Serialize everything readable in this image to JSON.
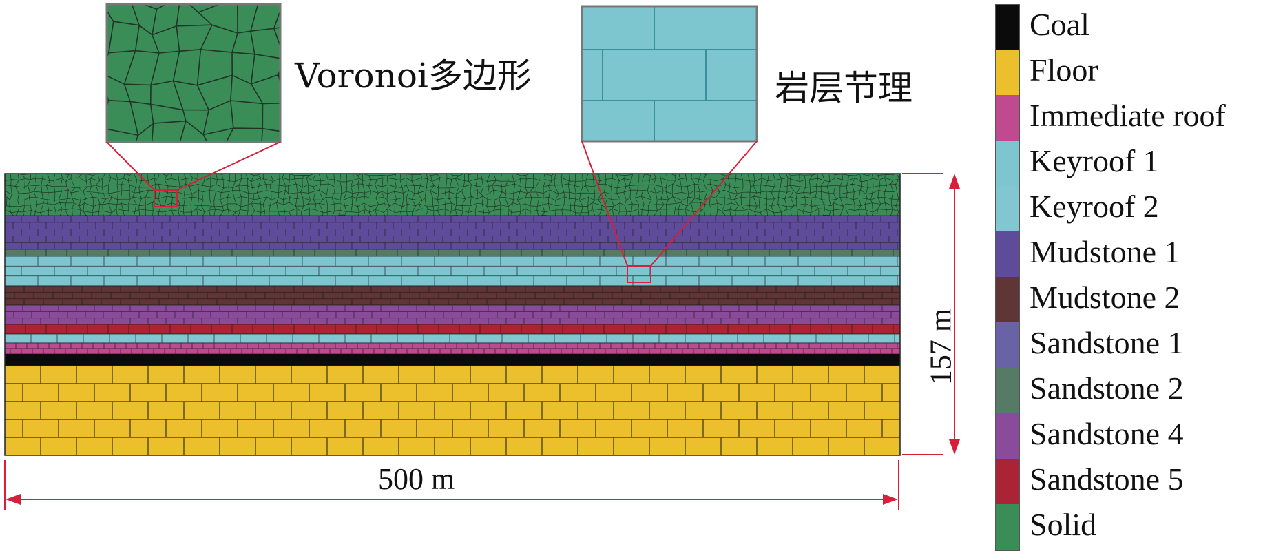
{
  "insets": {
    "voronoi_label": "Voronoi多边形",
    "joint_label": "岩层节理"
  },
  "dimensions": {
    "width_label": "500 m",
    "height_label": "157 m"
  },
  "legend": [
    {
      "label": "Coal",
      "color": "#0b0b0b"
    },
    {
      "label": "Floor",
      "color": "#ecbf2c"
    },
    {
      "label": "Immediate roof",
      "color": "#c04a90"
    },
    {
      "label": "Keyroof 1",
      "color": "#7dc6d0"
    },
    {
      "label": "Keyroof 2",
      "color": "#82c6d2"
    },
    {
      "label": "Mudstone 1",
      "color": "#5e4b99"
    },
    {
      "label": "Mudstone 2",
      "color": "#5f3535"
    },
    {
      "label": "Sandstone 1",
      "color": "#6a62a6"
    },
    {
      "label": "Sandstone 2",
      "color": "#567a66"
    },
    {
      "label": "Sandstone 4",
      "color": "#8a4b9b"
    },
    {
      "label": "Sandstone 5",
      "color": "#ab2436"
    },
    {
      "label": "Solid",
      "color": "#3b8d57"
    }
  ],
  "strata": [
    {
      "material": "Solid",
      "pattern": "voronoi"
    },
    {
      "material": "Mudstone 1",
      "pattern": "blocks"
    },
    {
      "material": "Sandstone 2",
      "pattern": "blocks"
    },
    {
      "material": "Keyroof 1",
      "pattern": "blocks"
    },
    {
      "material": "Mudstone 2",
      "pattern": "blocks"
    },
    {
      "material": "Sandstone 4",
      "pattern": "blocks"
    },
    {
      "material": "Sandstone 5",
      "pattern": "blocks"
    },
    {
      "material": "Keyroof 2",
      "pattern": "blocks"
    },
    {
      "material": "Immediate roof",
      "pattern": "blocks"
    },
    {
      "material": "Coal",
      "pattern": "solid"
    },
    {
      "material": "Floor",
      "pattern": "blocks"
    }
  ],
  "colors": {
    "annotation": "#d81f3a",
    "mesh_line": "#1d1d1d"
  }
}
